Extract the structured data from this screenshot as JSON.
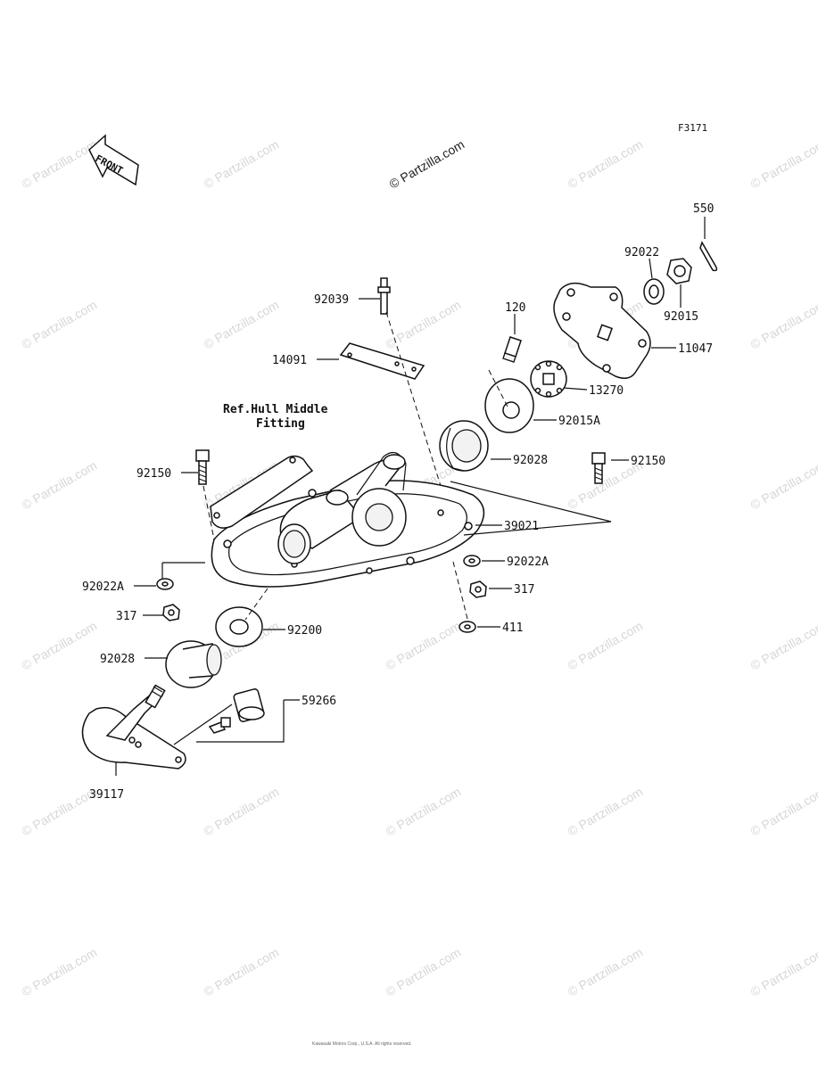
{
  "diagram": {
    "code": "F3171",
    "front_label": "FRONT",
    "watermark_main": "© Partzilla.com",
    "watermark": "© Partzilla.com",
    "reference_line1": "Ref.Hull Middle",
    "reference_line2": "Fitting",
    "footer": "Kawasaki Motors Corp., U.S.A. All rights reserved."
  },
  "parts": {
    "p550": "550",
    "p92022": "92022",
    "p92015": "92015",
    "p11047": "11047",
    "p13270": "13270",
    "p120": "120",
    "p92039": "92039",
    "p14091": "14091",
    "p92015A": "92015A",
    "p92028_top": "92028",
    "p92150_left": "92150",
    "p92150_right": "92150",
    "p39021": "39021",
    "p92022A_right": "92022A",
    "p317_right": "317",
    "p411": "411",
    "p92022A_left": "92022A",
    "p317_left": "317",
    "p92200": "92200",
    "p92028_bottom": "92028",
    "p59266": "59266",
    "p39117": "39117"
  }
}
